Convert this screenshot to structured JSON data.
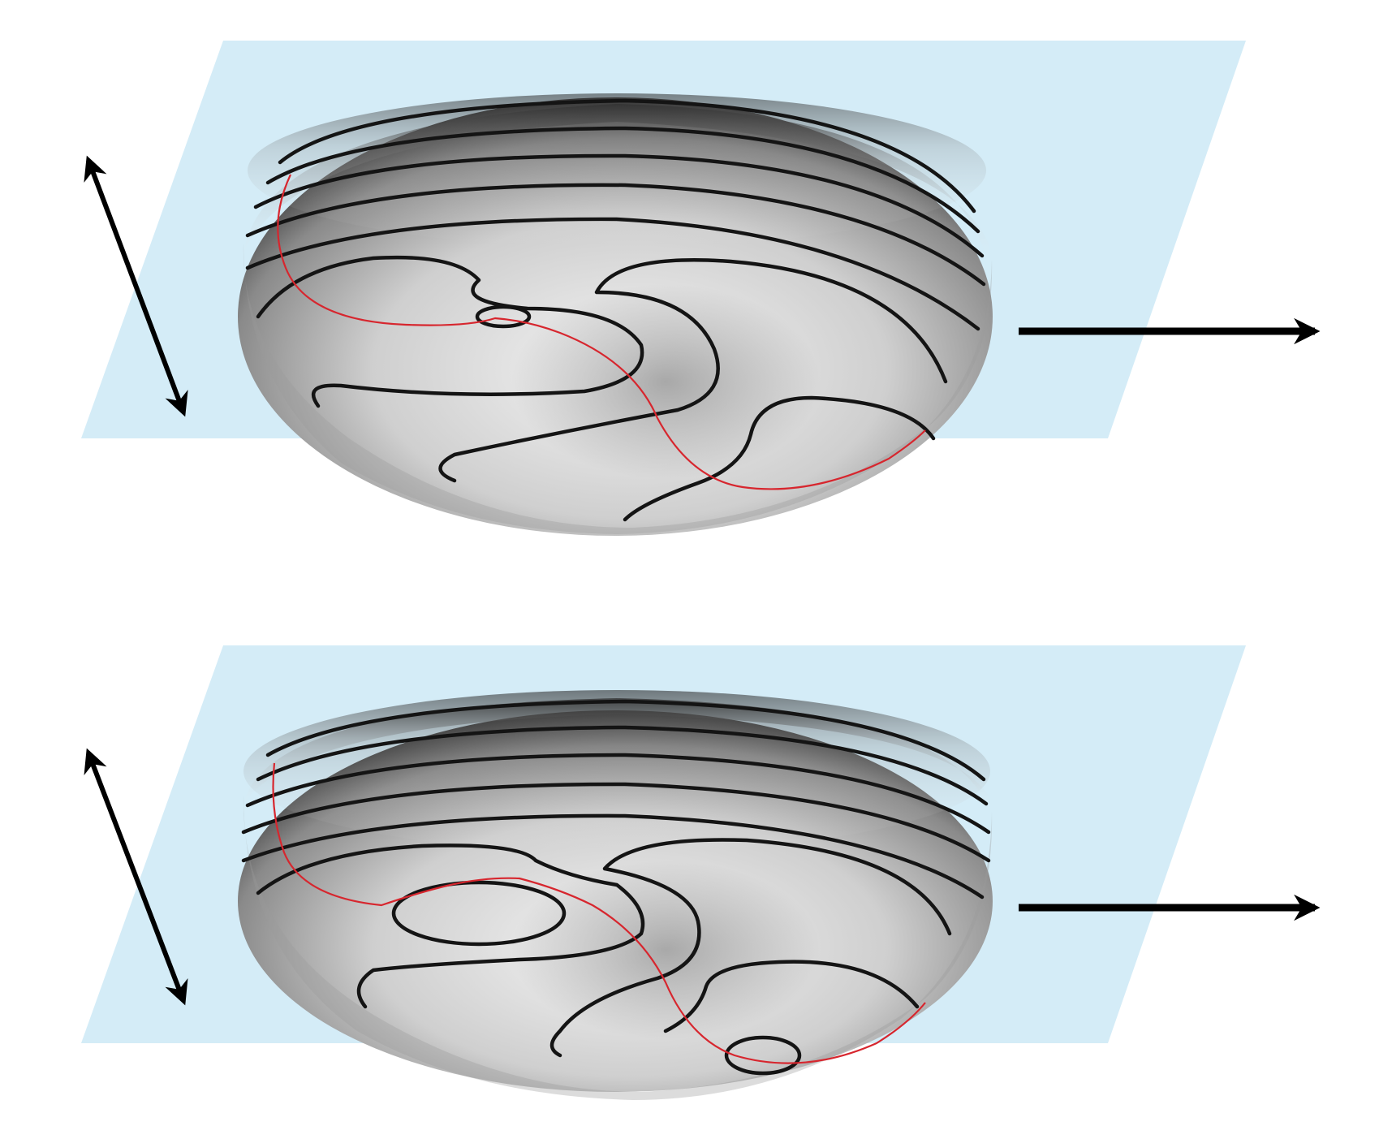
{
  "colors": {
    "background": "#ffffff",
    "plane": "#d4ecf7",
    "contour": "#141414",
    "path": "#d7262e",
    "arrow": "#000000",
    "surface_light": "#f2f2f2",
    "surface_mid": "#b9b9b9",
    "surface_dark": "#2f2f2f"
  },
  "panels": [
    {
      "id": "top",
      "elements": [
        "plane",
        "saddle-surface",
        "contour-lines",
        "red-path",
        "double-arrow",
        "right-arrow"
      ],
      "small_closed_contours": 1
    },
    {
      "id": "bottom",
      "elements": [
        "plane",
        "saddle-surface",
        "contour-lines",
        "red-path",
        "double-arrow",
        "right-arrow"
      ],
      "small_closed_contours": 2
    }
  ],
  "icons": {
    "double_arrow": "double-headed-arrow-icon",
    "right_arrow": "right-arrow-icon"
  }
}
